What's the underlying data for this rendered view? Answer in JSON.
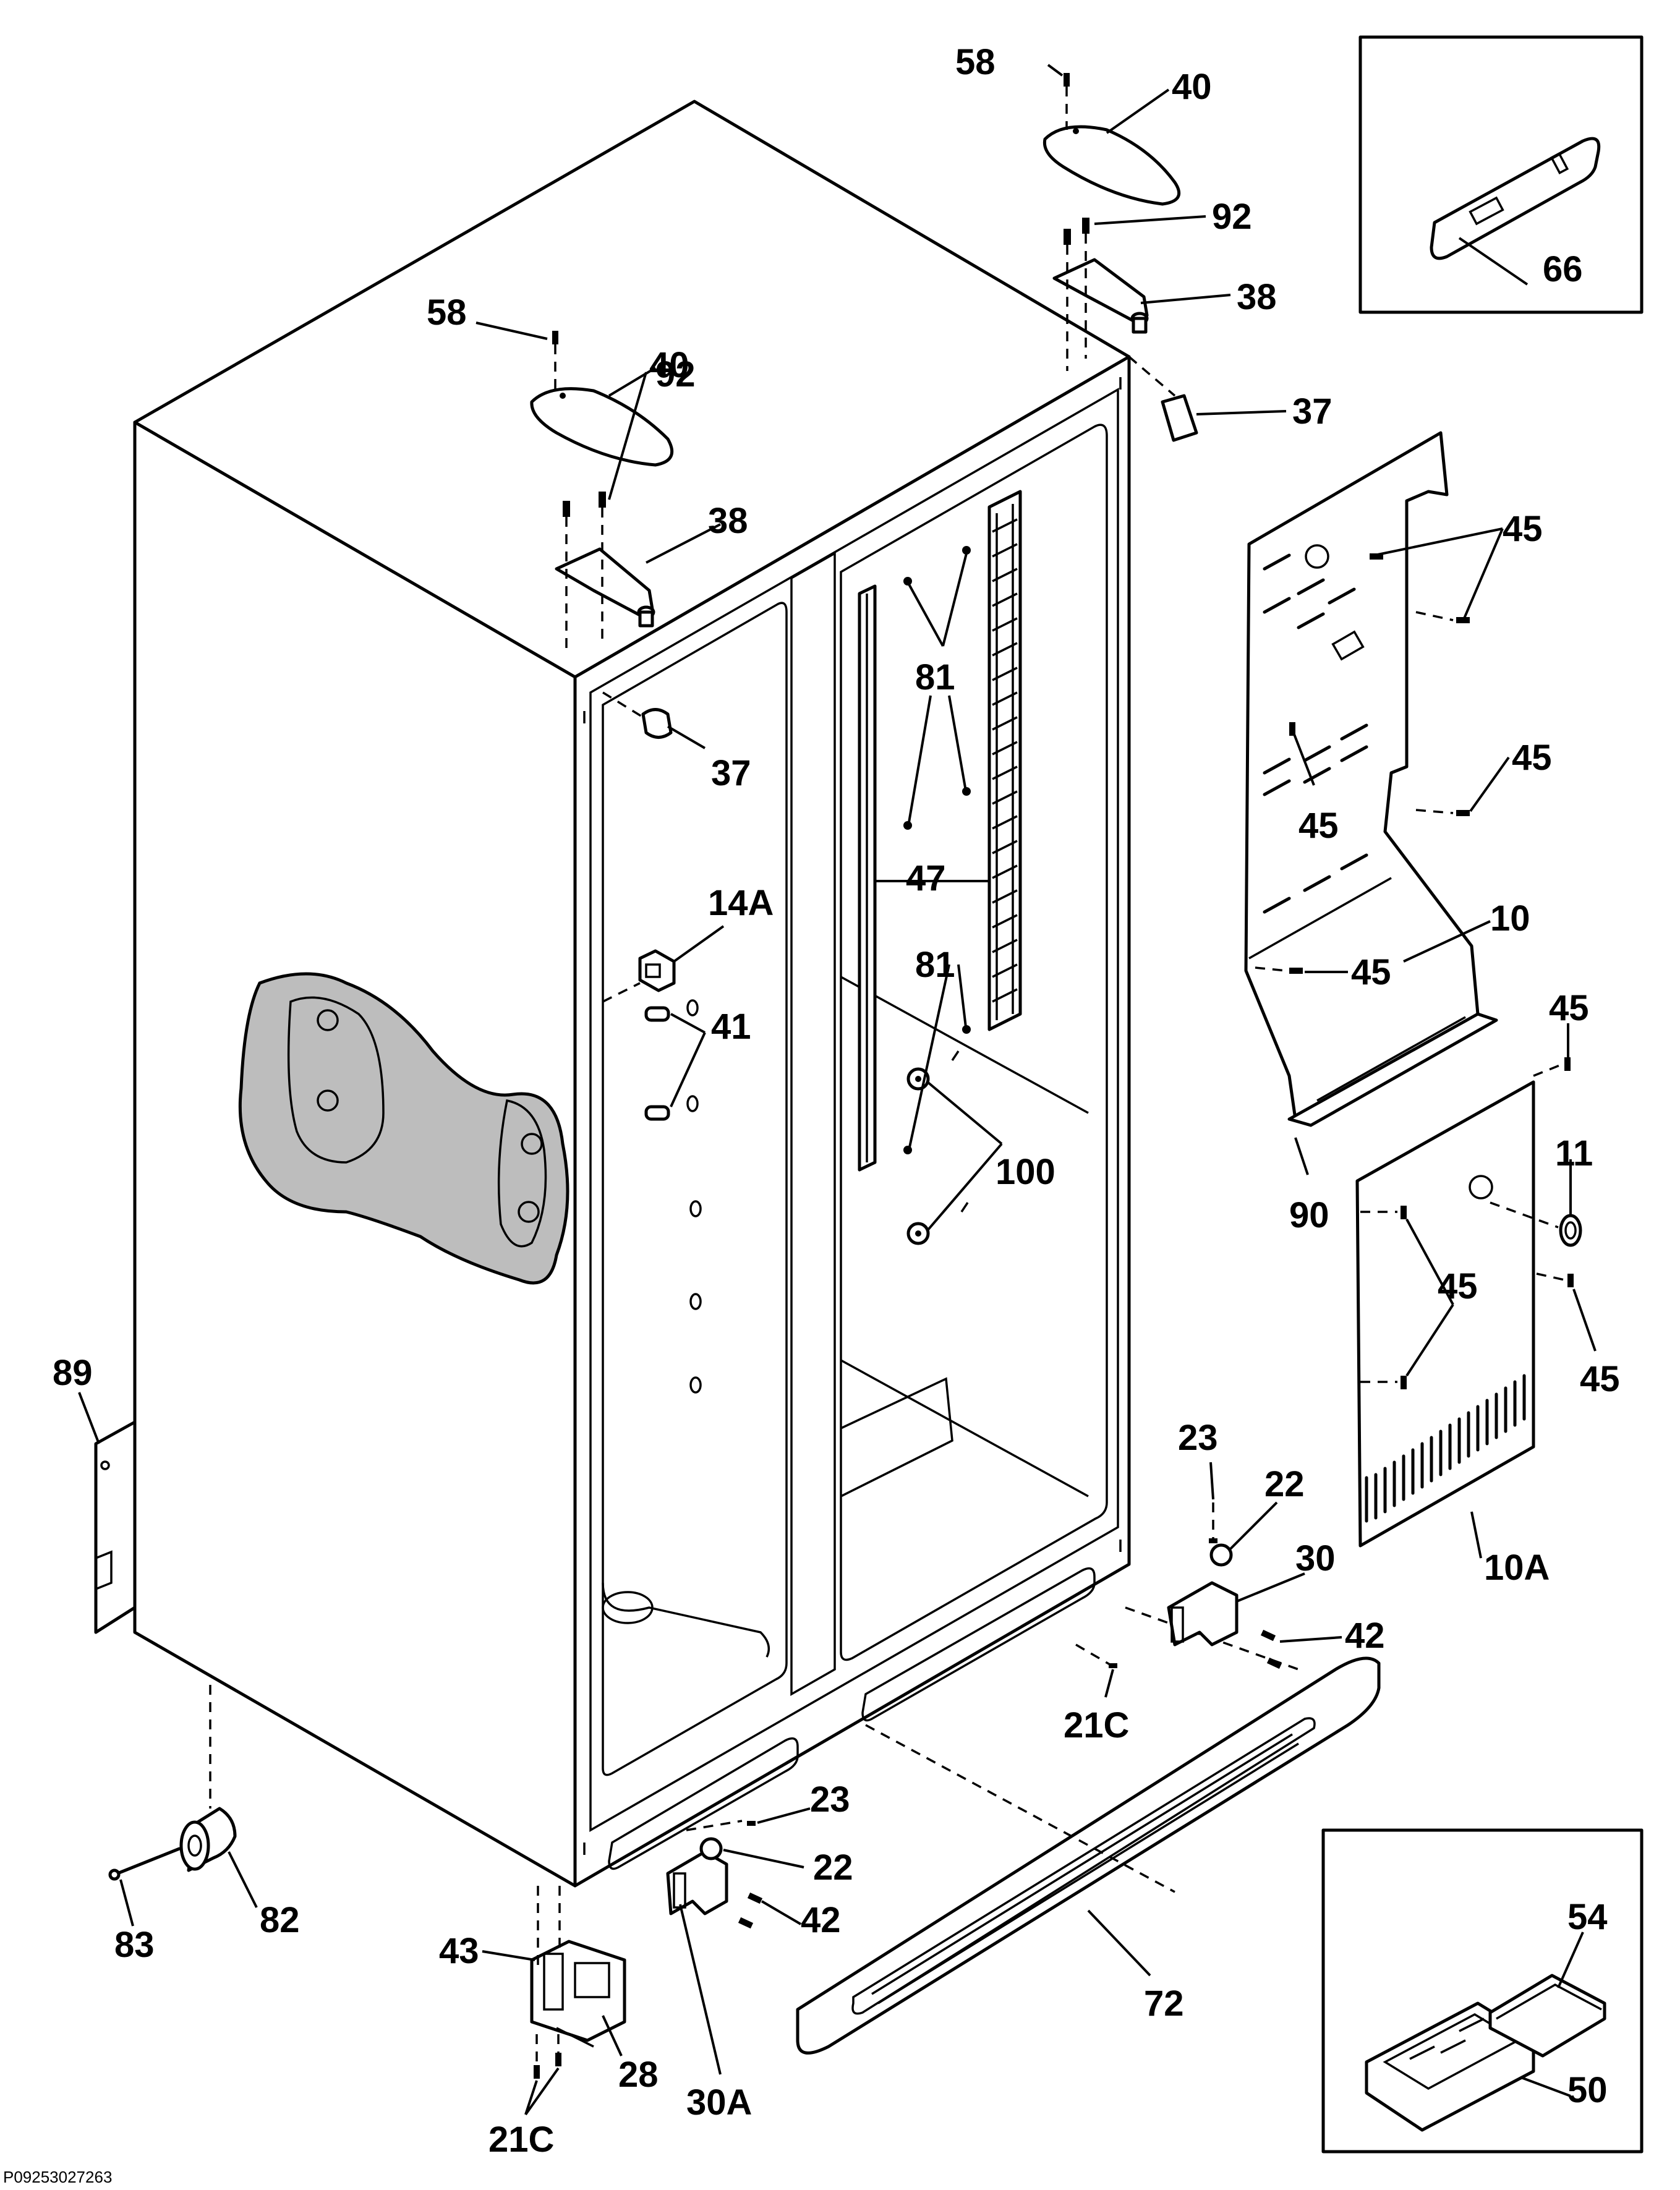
{
  "diagram": {
    "code": "P09253027263",
    "callouts": [
      {
        "id": "c-58-top",
        "text": "58"
      },
      {
        "id": "c-40-top",
        "text": "40"
      },
      {
        "id": "c-92-top",
        "text": "92"
      },
      {
        "id": "c-38-top",
        "text": "38"
      },
      {
        "id": "c-37-top",
        "text": "37"
      },
      {
        "id": "c-58-left",
        "text": "58"
      },
      {
        "id": "c-40-left",
        "text": "40"
      },
      {
        "id": "c-92-left",
        "text": "92"
      },
      {
        "id": "c-38-left",
        "text": "38"
      },
      {
        "id": "c-66",
        "text": "66"
      },
      {
        "id": "c-45-a",
        "text": "45"
      },
      {
        "id": "c-45-b",
        "text": "45"
      },
      {
        "id": "c-45-c",
        "text": "45"
      },
      {
        "id": "c-45-d",
        "text": "45"
      },
      {
        "id": "c-45-e",
        "text": "45"
      },
      {
        "id": "c-45-f",
        "text": "45"
      },
      {
        "id": "c-45-g",
        "text": "45"
      },
      {
        "id": "c-10",
        "text": "10"
      },
      {
        "id": "c-11",
        "text": "11"
      },
      {
        "id": "c-90",
        "text": "90"
      },
      {
        "id": "c-10a",
        "text": "10A"
      },
      {
        "id": "c-81-a",
        "text": "81"
      },
      {
        "id": "c-81-b",
        "text": "81"
      },
      {
        "id": "c-47",
        "text": "47"
      },
      {
        "id": "c-37-left",
        "text": "37"
      },
      {
        "id": "c-14a",
        "text": "14A"
      },
      {
        "id": "c-41",
        "text": "41"
      },
      {
        "id": "c-100",
        "text": "100"
      },
      {
        "id": "c-89",
        "text": "89"
      },
      {
        "id": "c-23-right",
        "text": "23"
      },
      {
        "id": "c-22-right",
        "text": "22"
      },
      {
        "id": "c-30",
        "text": "30"
      },
      {
        "id": "c-42-right",
        "text": "42"
      },
      {
        "id": "c-21c-right",
        "text": "21C"
      },
      {
        "id": "c-23-left",
        "text": "23"
      },
      {
        "id": "c-22-left",
        "text": "22"
      },
      {
        "id": "c-42-left",
        "text": "42"
      },
      {
        "id": "c-72",
        "text": "72"
      },
      {
        "id": "c-82",
        "text": "82"
      },
      {
        "id": "c-83",
        "text": "83"
      },
      {
        "id": "c-43",
        "text": "43"
      },
      {
        "id": "c-28",
        "text": "28"
      },
      {
        "id": "c-30a",
        "text": "30A"
      },
      {
        "id": "c-21c-left",
        "text": "21C"
      },
      {
        "id": "c-54",
        "text": "54"
      },
      {
        "id": "c-50",
        "text": "50"
      }
    ]
  }
}
